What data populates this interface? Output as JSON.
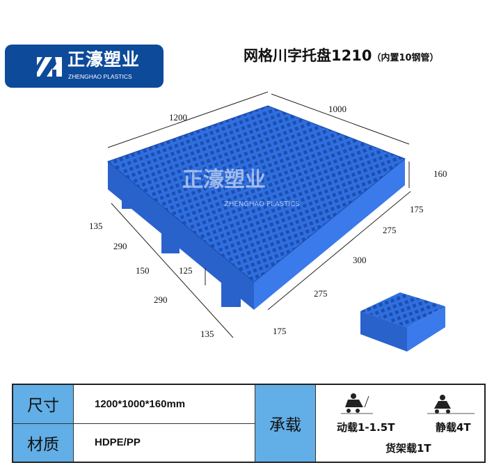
{
  "logo": {
    "cn": "正濠塑业",
    "en": "ZHENGHAO PLASTICS"
  },
  "watermark": {
    "cn": "正濠塑业",
    "en": "ZHENGHAO PLASTICS"
  },
  "title": {
    "main": "网格川字托盘1210",
    "note": "（内置10钢管）"
  },
  "dimensions": {
    "length": "1200",
    "width": "1000",
    "height": "160",
    "right_side": [
      "175",
      "275",
      "300",
      "275",
      "175"
    ],
    "left_side": [
      "135",
      "290",
      "150",
      "290",
      "135"
    ],
    "runner_height": "125"
  },
  "spec": {
    "size_label": "尺寸",
    "size_value": "1200*1000*160mm",
    "material_label": "材质",
    "material_value": "HDPE/PP",
    "load_label": "承载",
    "dynamic": "动载1-1.5T",
    "static": "静载4T",
    "racking": "货架载1T"
  },
  "colors": {
    "pallet": "#2f6fe0",
    "logo_bg": "#0d4a9a",
    "table_label": "#62aee6"
  }
}
